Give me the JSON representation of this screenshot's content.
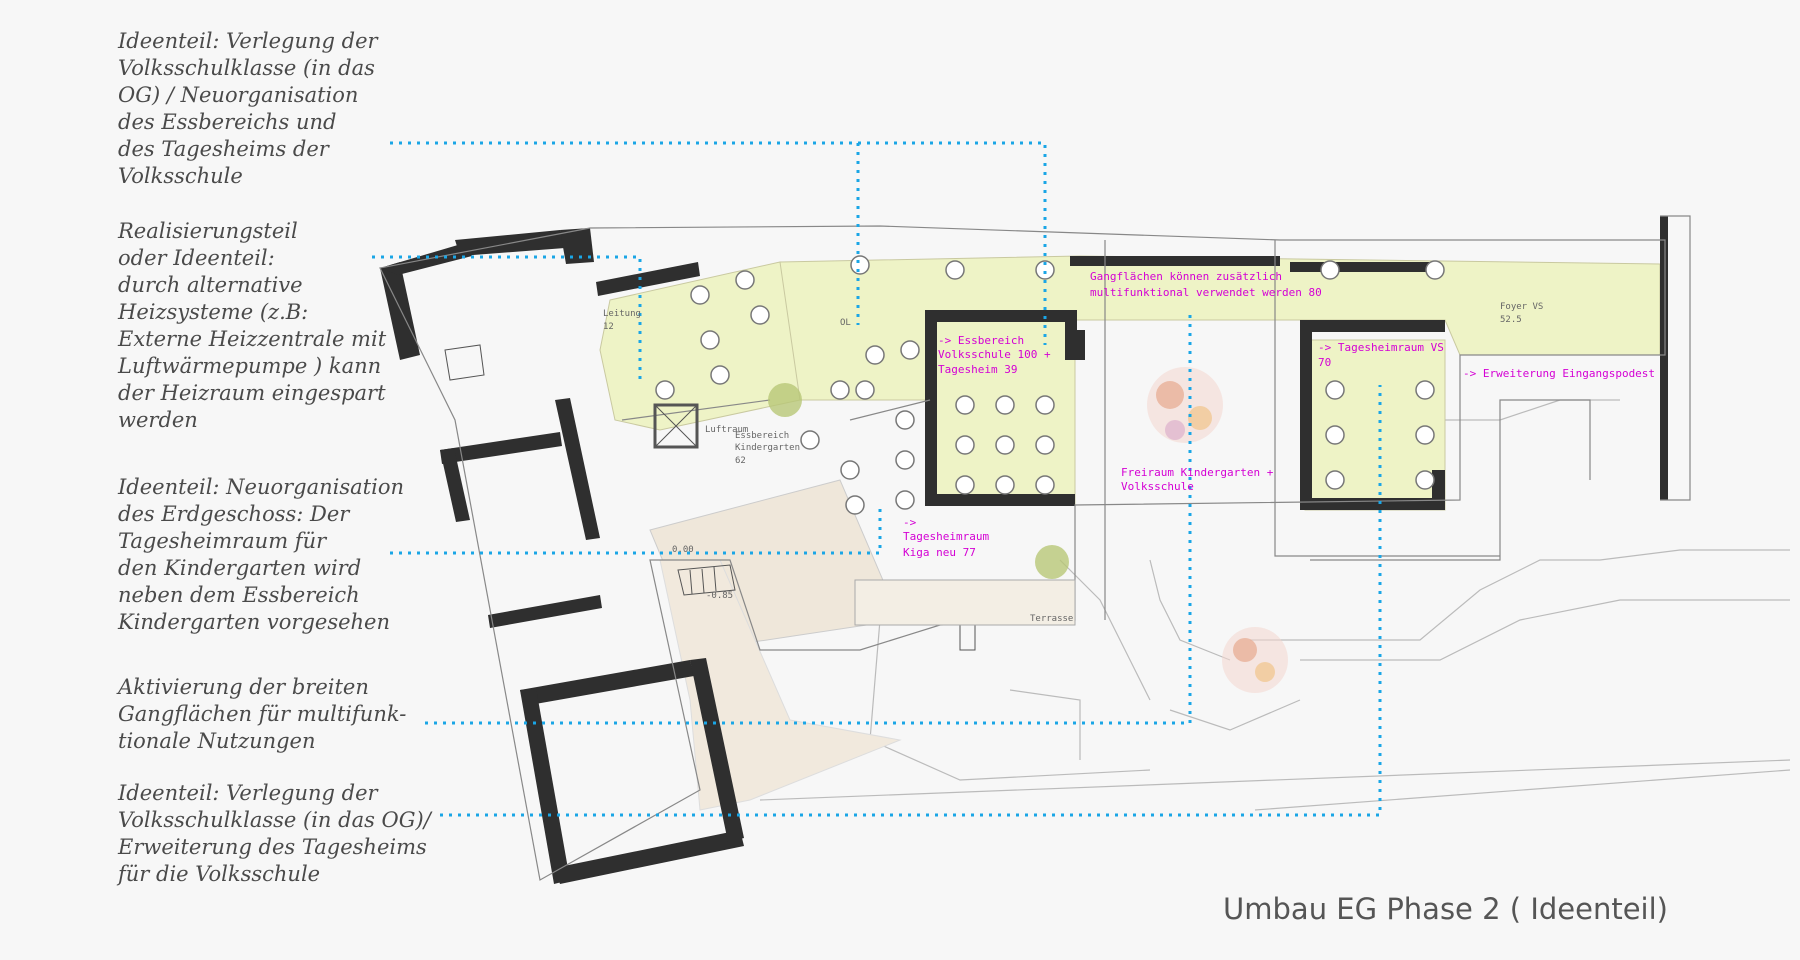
{
  "annotations": [
    "Ideenteil: Verlegung  der\nVolksschulklasse (in das\nOG) / Neuorganisation\ndes Essbereichs und\ndes Tagesheims der\nVolksschule",
    "Realisierungsteil\noder Ideenteil:\ndurch alternative\nHeizsysteme (z.B:\nExterne Heizzentrale mit\nLuftwärmepumpe ) kann\nder Heizraum eingespart\nwerden",
    "Ideenteil: Neuorganisation\ndes Erdgeschoss: Der\nTagesheimraum für\nden Kindergarten wird\nneben dem Essbereich\nKindergarten vorgesehen",
    "Aktivierung der breiten\nGangflächen für multifunk-\ntionale Nutzungen",
    "Ideenteil: Verlegung der\nVolksschulklasse (in das OG)/\nErweiterung des Tagesheims\nfür die Volksschule"
  ],
  "caption": "Umbau EG Phase 2 ( Ideenteil)",
  "plan_labels": {
    "gang": "Gangflächen können zusätzlich",
    "gang2": "multifunktional verwendet werden  80",
    "ess1": "-> Essbereich",
    "ess2": "Volksschule 100 +",
    "ess3": "Tagesheim 39",
    "tvs1": "-> Tagesheimraum VS",
    "tvs2": "70",
    "erw": "-> Erweiterung Eingangspodest",
    "frei1": "Freiraum Kindergarten +",
    "frei2": "Volksschule",
    "tki1": "->",
    "tki2": "Tagesheimraum",
    "tki3": "Kiga neu 77",
    "foyer1": "Foyer VS",
    "foyer2": "52.5",
    "leit1": "Leitung",
    "leit2": "12",
    "essk1": "Essbereich",
    "essk2": "Kindergarten",
    "essk3": "62",
    "luft": "Luftraum",
    "terr": "Terrasse",
    "lvl1": "0.00",
    "lvl2": "-0.85",
    "ol": "OL"
  },
  "colors": {
    "leader": "#1aa6e6",
    "highlight": "#eef3c6",
    "wall": "#333333",
    "label": "#d400d4"
  }
}
